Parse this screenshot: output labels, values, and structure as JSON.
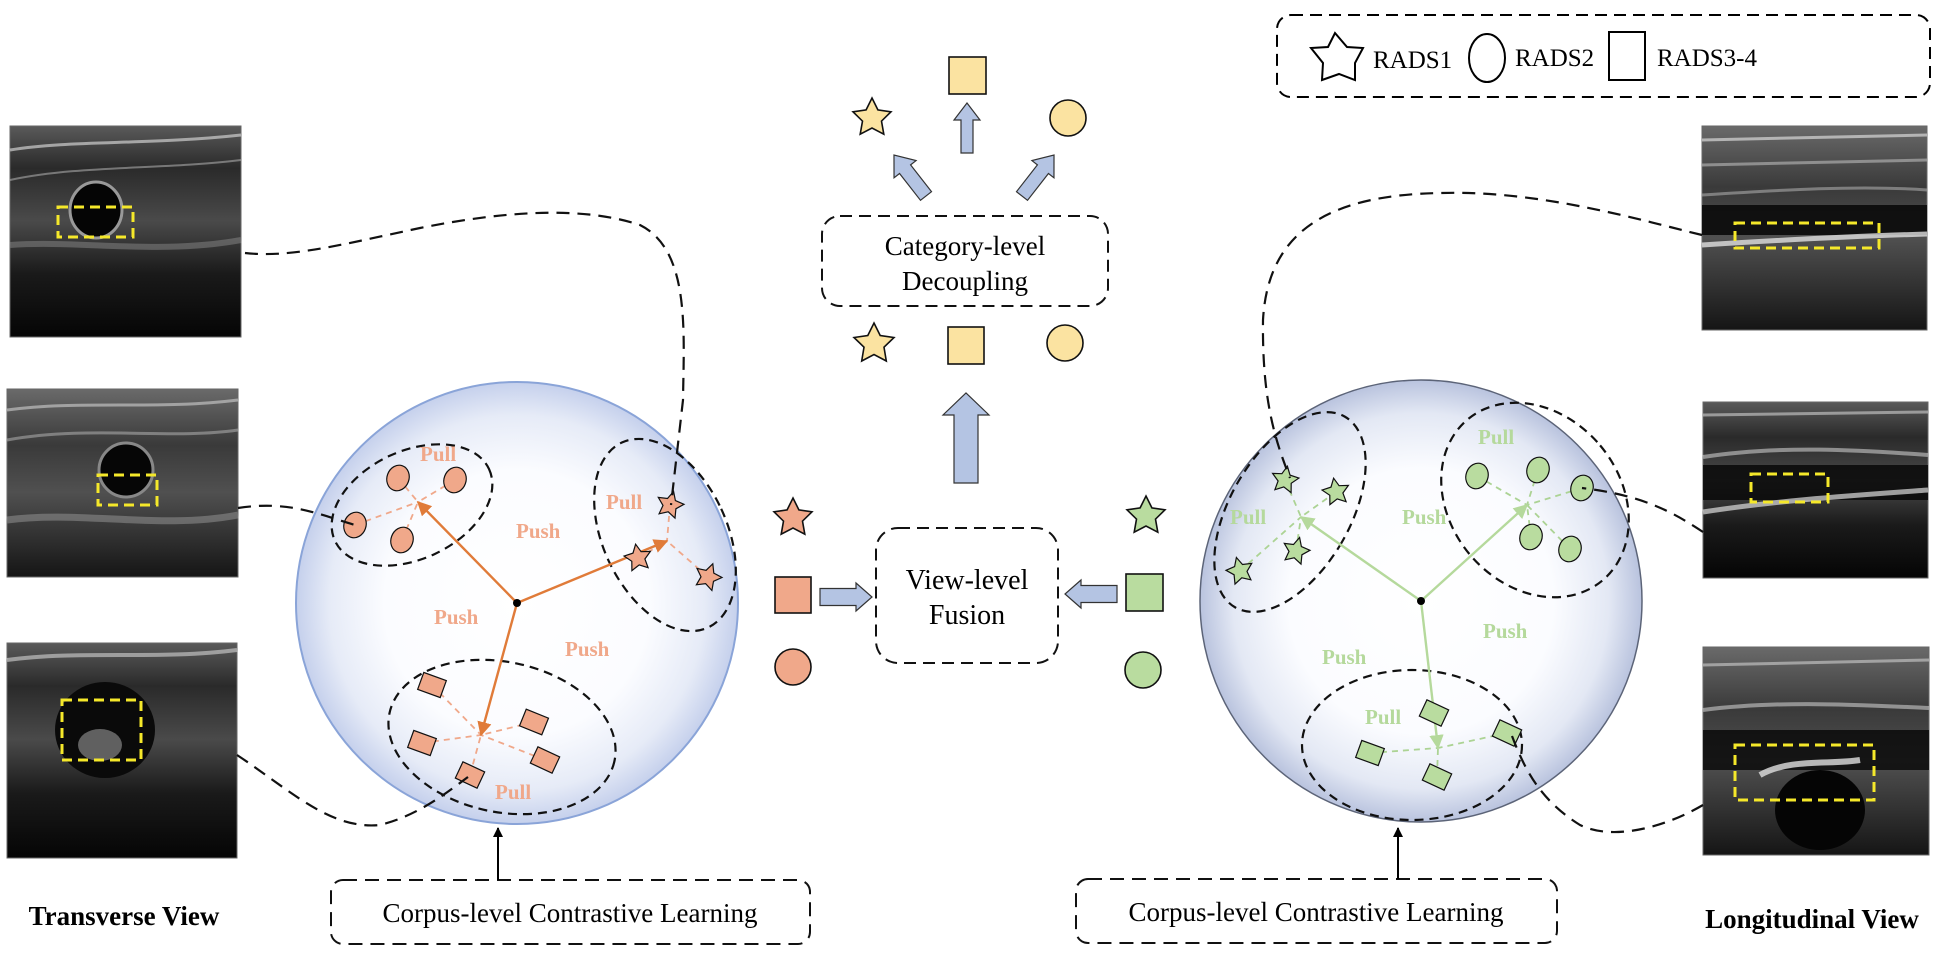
{
  "legend": {
    "items": [
      {
        "shape": "star",
        "label": "RADS1"
      },
      {
        "shape": "circle",
        "label": "RADS2"
      },
      {
        "shape": "square",
        "label": "RADS3-4"
      }
    ]
  },
  "views": {
    "left_title": "Transverse View",
    "right_title": "Longitudinal View"
  },
  "boxes": {
    "category": [
      "Category-level",
      "Decoupling"
    ],
    "fusion": [
      "View-level",
      "Fusion"
    ],
    "corpus_left": "Corpus-level Contrastive Learning",
    "corpus_right": "Corpus-level Contrastive Learning"
  },
  "spheres": {
    "left": {
      "accent": "#e07b39",
      "fill": "#f0a88a",
      "light": "#f0a88a",
      "border": "#8aa4d8",
      "pull_label": "Pull",
      "push_label": "Push"
    },
    "right": {
      "accent": "#b5d99c",
      "fill": "#b9dc9f",
      "light": "#acd394",
      "border": "#5c6478",
      "pull_label": "Pull",
      "push_label": "Push"
    }
  },
  "colors": {
    "decoupled_fill": "#fbe3a1",
    "arrow_fill": "#b4c4e3",
    "roi_dash": "#f5e82a"
  },
  "icons": {
    "image_placeholder": "ultrasound-image",
    "legend_star": "star-icon",
    "legend_circle": "circle-icon",
    "legend_square": "square-icon"
  }
}
